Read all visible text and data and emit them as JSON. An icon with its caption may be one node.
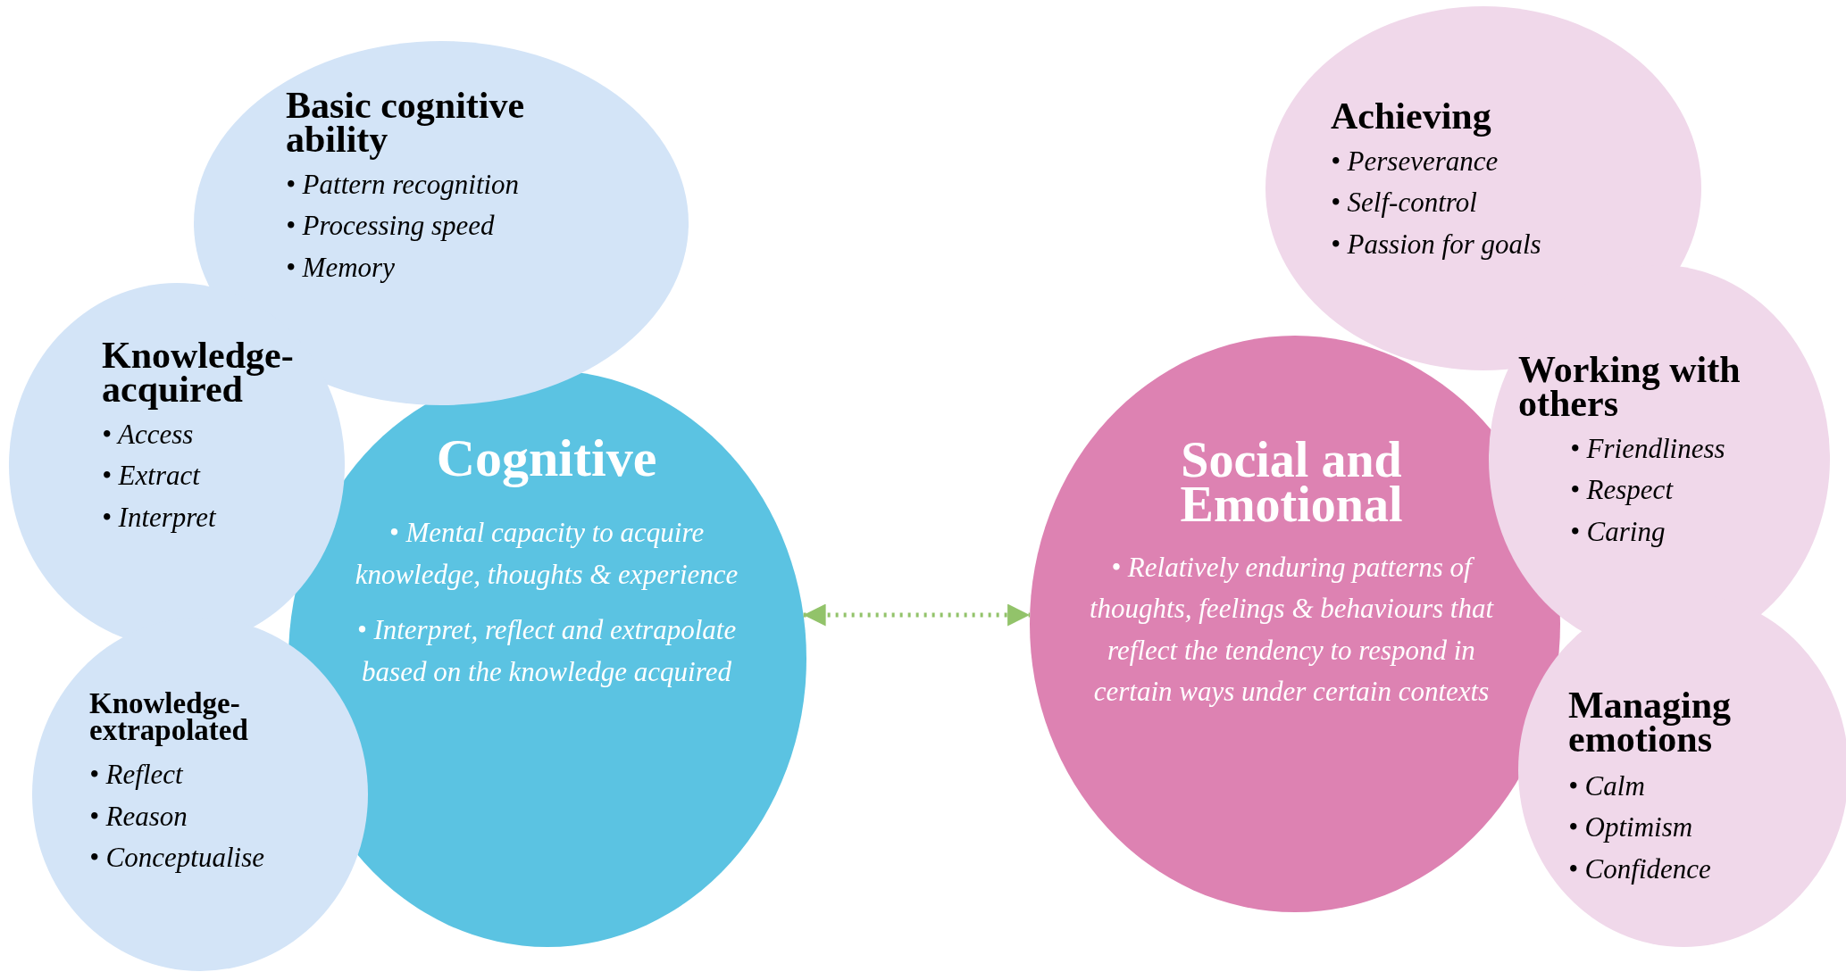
{
  "diagram": {
    "nodes": [
      {
        "text": [
          "Cognitive",
          "• Mental capacity to acquire knowledge, thoughts & experience",
          "• Interpret, reflect and extrapolate based on the knowledge acquired"
        ]
      },
      {
        "text": [
          "Knowledge-acquired",
          "• Access",
          "• Extract",
          "• Interpret"
        ]
      },
      {
        "text": [
          "Knowledge-extrapolated",
          "• Reflect",
          "• Reason",
          "• Conceptualise"
        ]
      },
      {
        "text": [
          "Basic cognitive ability",
          "• Pattern recognition",
          "• Processing speed",
          "• Memory"
        ]
      },
      {
        "text": [
          "Social and Emotional",
          "• Relatively enduring patterns of thoughts, feelings & behaviours that reflect the tendency to respond in certain ways under certain contexts"
        ]
      },
      {
        "text": [
          "Achieving",
          "• Perseverance",
          "• Self-control",
          "• Passion for goals"
        ]
      },
      {
        "text": [
          "Working with others",
          "• Friendliness",
          "• Respect",
          "• Caring"
        ]
      },
      {
        "text": [
          "Managing emotions",
          "• Calm",
          "• Optimism",
          "• Confidence"
        ]
      }
    ],
    "edges": [
      {
        "from": 0,
        "to": 4,
        "arrow": "both",
        "style": "dashed",
        "color": "#92c36a"
      }
    ]
  }
}
